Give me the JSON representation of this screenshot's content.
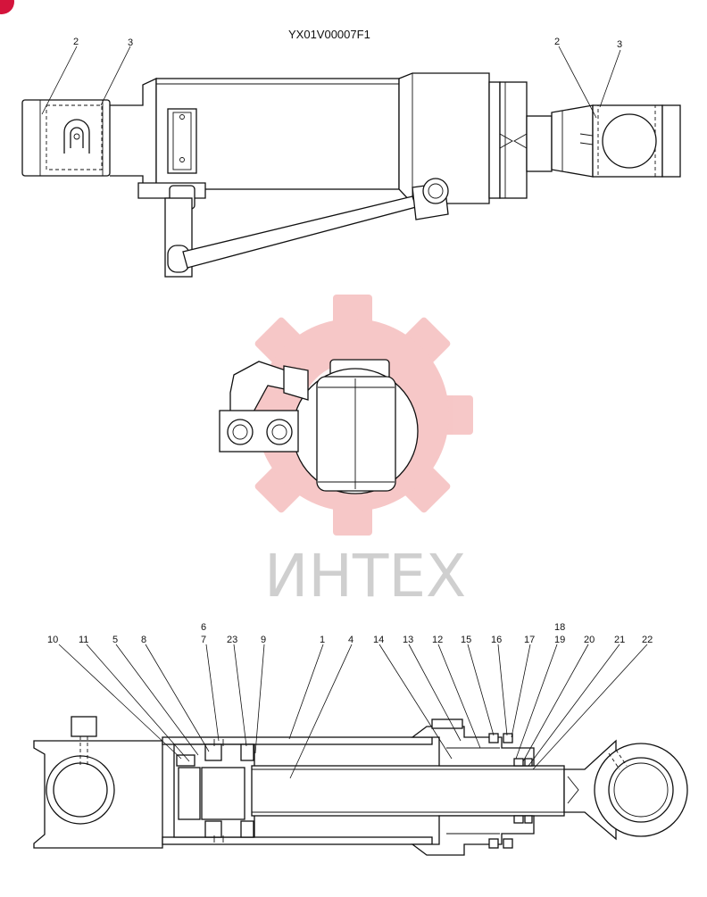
{
  "drawing": {
    "code": "YX01V00007F1"
  },
  "watermark": {
    "text": "ИНТЕХ"
  },
  "colors": {
    "line": "#111111",
    "watermark_gear": "#f3b5b5",
    "watermark_text": "#cfcfcf",
    "corner_badge": "#d4143c"
  },
  "top_view_callouts": [
    {
      "id": "tv-2-left",
      "label": "2"
    },
    {
      "id": "tv-3-left",
      "label": "3"
    },
    {
      "id": "tv-2-right",
      "label": "2"
    },
    {
      "id": "tv-3-right",
      "label": "3"
    }
  ],
  "section_view_callouts": [
    {
      "id": "sv-10",
      "label": "10"
    },
    {
      "id": "sv-11",
      "label": "11"
    },
    {
      "id": "sv-5",
      "label": "5"
    },
    {
      "id": "sv-8",
      "label": "8"
    },
    {
      "id": "sv-6",
      "label": "6"
    },
    {
      "id": "sv-7",
      "label": "7"
    },
    {
      "id": "sv-23",
      "label": "23"
    },
    {
      "id": "sv-9",
      "label": "9"
    },
    {
      "id": "sv-1",
      "label": "1"
    },
    {
      "id": "sv-4",
      "label": "4"
    },
    {
      "id": "sv-14",
      "label": "14"
    },
    {
      "id": "sv-13",
      "label": "13"
    },
    {
      "id": "sv-12",
      "label": "12"
    },
    {
      "id": "sv-15",
      "label": "15"
    },
    {
      "id": "sv-16",
      "label": "16"
    },
    {
      "id": "sv-18",
      "label": "18"
    },
    {
      "id": "sv-17",
      "label": "17"
    },
    {
      "id": "sv-19",
      "label": "19"
    },
    {
      "id": "sv-20",
      "label": "20"
    },
    {
      "id": "sv-21",
      "label": "21"
    },
    {
      "id": "sv-22",
      "label": "22"
    }
  ]
}
